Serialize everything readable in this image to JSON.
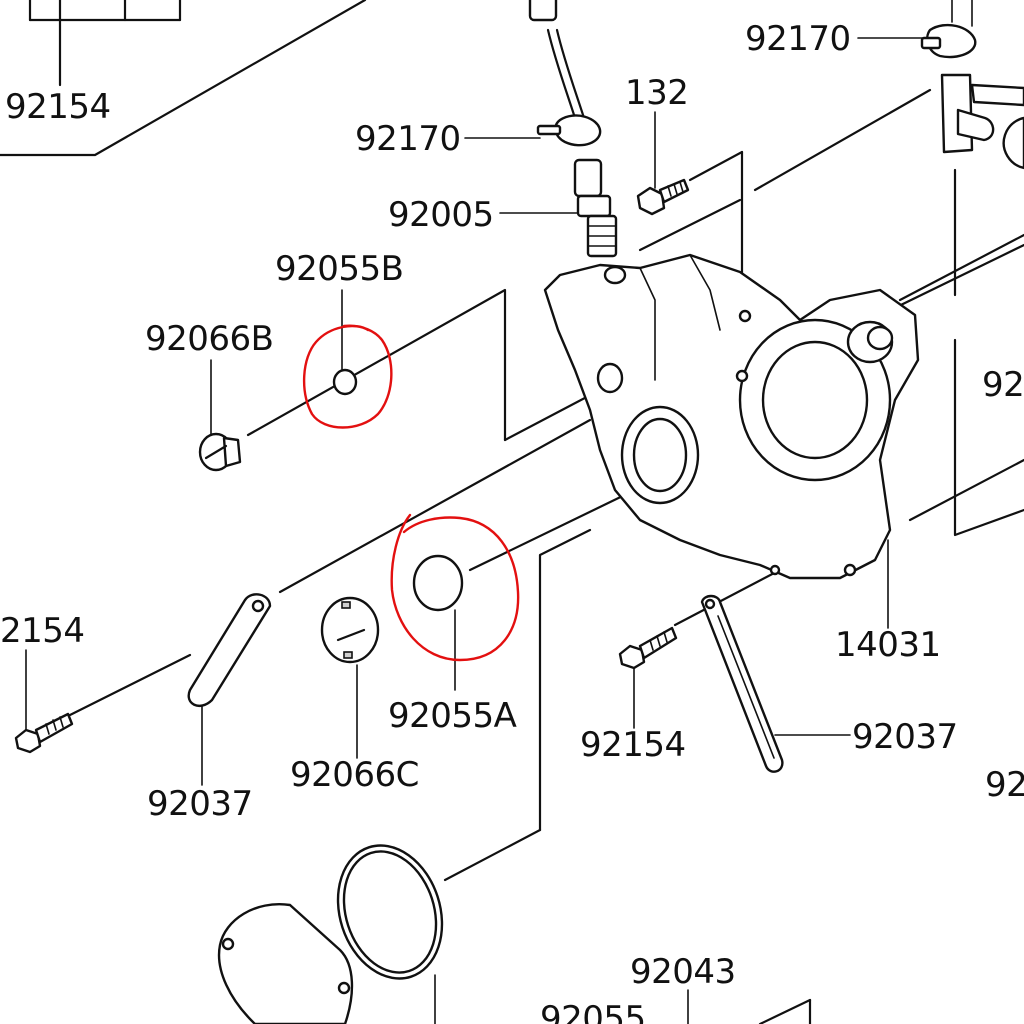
{
  "diagram": {
    "part_labels": [
      {
        "id": "lbl-92154-top",
        "text": "92154"
      },
      {
        "id": "lbl-92170-right",
        "text": "92170"
      },
      {
        "id": "lbl-92170-mid",
        "text": "92170"
      },
      {
        "id": "lbl-132",
        "text": "132"
      },
      {
        "id": "lbl-92005",
        "text": "92005"
      },
      {
        "id": "lbl-92055b",
        "text": "92055B"
      },
      {
        "id": "lbl-92066b",
        "text": "92066B"
      },
      {
        "id": "lbl-92-edge-upper",
        "text": "92"
      },
      {
        "id": "lbl-2154-left",
        "text": "2154"
      },
      {
        "id": "lbl-92055a",
        "text": "92055A"
      },
      {
        "id": "lbl-14031",
        "text": "14031"
      },
      {
        "id": "lbl-92154-mid",
        "text": "92154"
      },
      {
        "id": "lbl-92037-right",
        "text": "92037"
      },
      {
        "id": "lbl-92037-left",
        "text": "92037"
      },
      {
        "id": "lbl-92066c",
        "text": "92066C"
      },
      {
        "id": "lbl-92-edge-lower",
        "text": "92"
      },
      {
        "id": "lbl-92043",
        "text": "92043"
      },
      {
        "id": "lbl-92055-bottom",
        "text": "92055"
      }
    ],
    "highlight_color": "#e31010",
    "line_color": "#111111",
    "background": "#ffffff"
  }
}
